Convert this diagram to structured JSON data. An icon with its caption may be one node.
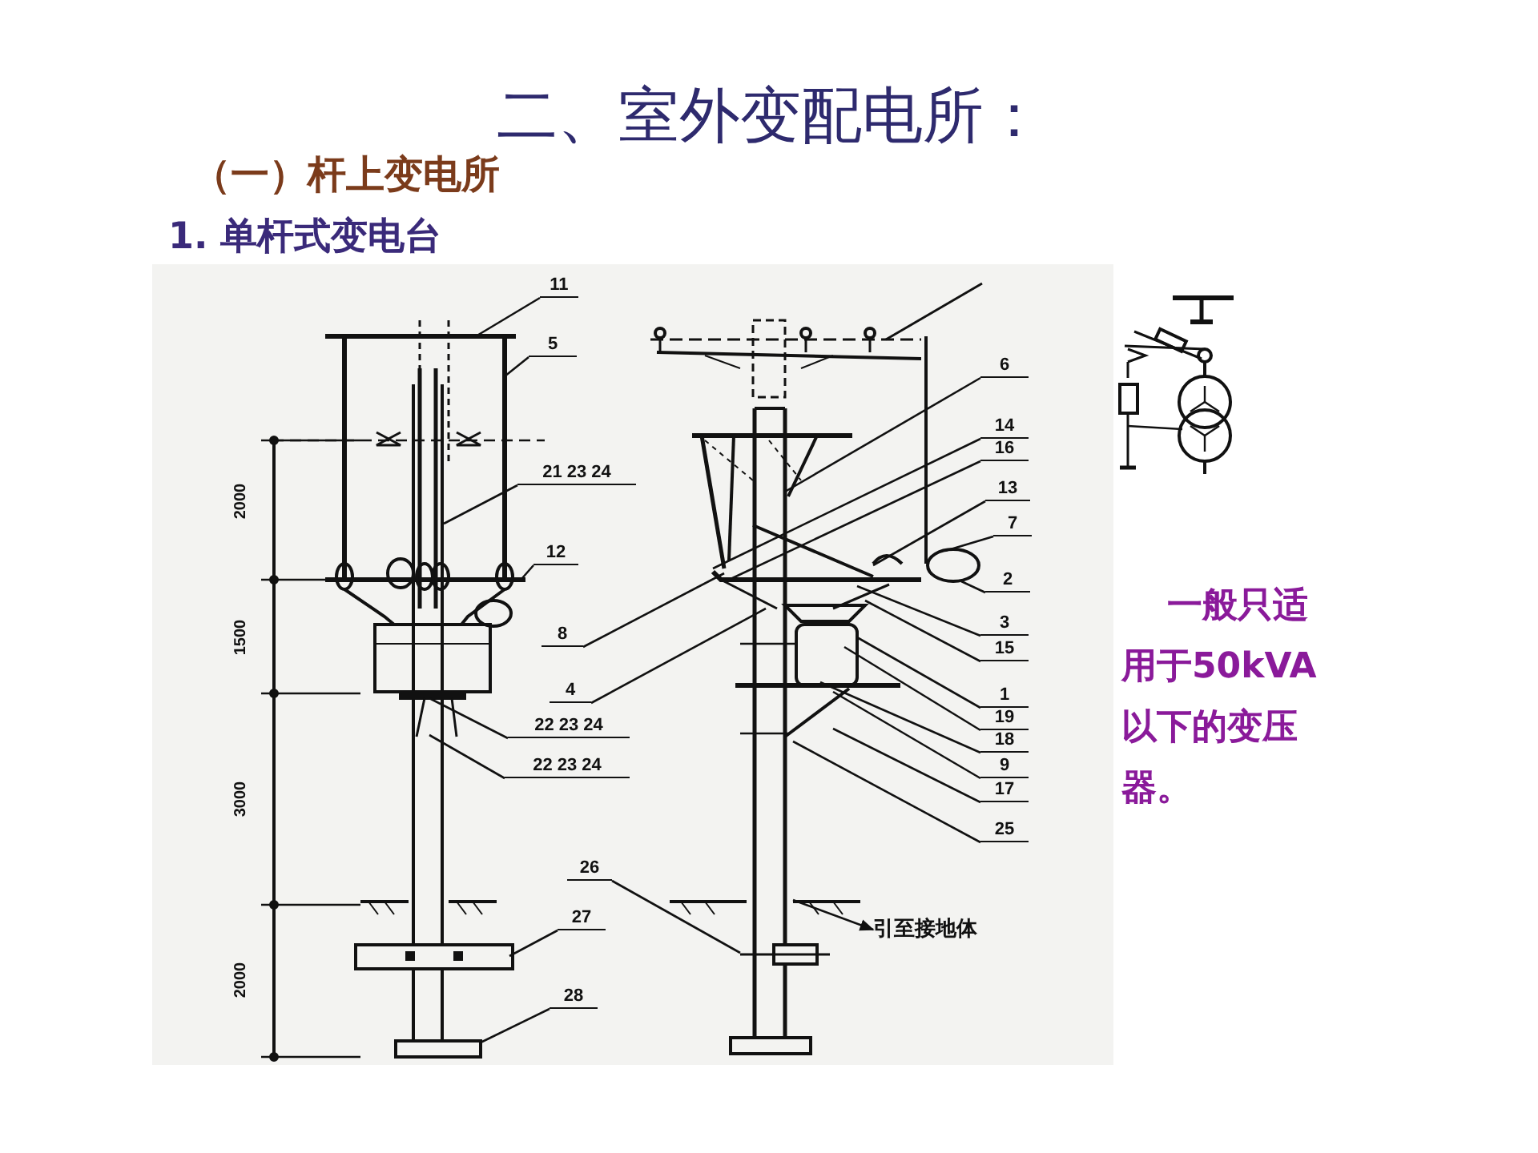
{
  "diagram": {
    "title": "二、室外变配电所：",
    "nodes": [
      {
        "text": [
          "11"
        ]
      },
      {
        "text": [
          "5"
        ]
      },
      {
        "text": [
          "21 23 24"
        ]
      },
      {
        "text": [
          "12"
        ]
      },
      {
        "text": [
          "8"
        ]
      },
      {
        "text": [
          "4"
        ]
      },
      {
        "text": [
          "22 23 24"
        ]
      },
      {
        "text": [
          "22 23 24"
        ]
      },
      {
        "text": [
          "26"
        ]
      },
      {
        "text": [
          "27"
        ]
      },
      {
        "text": [
          "28"
        ]
      },
      {
        "text": [
          "6"
        ]
      },
      {
        "text": [
          "14"
        ]
      },
      {
        "text": [
          "16"
        ]
      },
      {
        "text": [
          "13"
        ]
      },
      {
        "text": [
          "7"
        ]
      },
      {
        "text": [
          "2"
        ]
      },
      {
        "text": [
          "3"
        ]
      },
      {
        "text": [
          "15"
        ]
      },
      {
        "text": [
          "1"
        ]
      },
      {
        "text": [
          "19"
        ]
      },
      {
        "text": [
          "18"
        ]
      },
      {
        "text": [
          "9"
        ]
      },
      {
        "text": [
          "17"
        ]
      },
      {
        "text": [
          "25"
        ]
      },
      {
        "text": [
          "引至接地体"
        ]
      }
    ],
    "edges": [
      {
        "from": 0,
        "to": null,
        "arrow": "none"
      },
      {
        "from": 1,
        "to": null,
        "arrow": "none"
      },
      {
        "from": 2,
        "to": null,
        "arrow": "none"
      },
      {
        "from": 3,
        "to": null,
        "arrow": "none"
      },
      {
        "from": 4,
        "to": null,
        "arrow": "none"
      },
      {
        "from": 5,
        "to": null,
        "arrow": "none"
      },
      {
        "from": 6,
        "to": null,
        "arrow": "none"
      },
      {
        "from": 7,
        "to": null,
        "arrow": "none"
      },
      {
        "from": 8,
        "to": null,
        "arrow": "none"
      },
      {
        "from": 9,
        "to": null,
        "arrow": "none"
      },
      {
        "from": 10,
        "to": null,
        "arrow": "none"
      },
      {
        "from": 11,
        "to": null,
        "arrow": "none"
      },
      {
        "from": 12,
        "to": null,
        "arrow": "none"
      },
      {
        "from": 13,
        "to": null,
        "arrow": "none"
      },
      {
        "from": 14,
        "to": null,
        "arrow": "none"
      },
      {
        "from": 15,
        "to": null,
        "arrow": "none"
      },
      {
        "from": 16,
        "to": null,
        "arrow": "none"
      },
      {
        "from": 17,
        "to": null,
        "arrow": "none"
      },
      {
        "from": 18,
        "to": null,
        "arrow": "none"
      },
      {
        "from": 19,
        "to": null,
        "arrow": "none"
      },
      {
        "from": 20,
        "to": null,
        "arrow": "none"
      },
      {
        "from": 21,
        "to": null,
        "arrow": "none"
      },
      {
        "from": 22,
        "to": null,
        "arrow": "none"
      },
      {
        "from": 23,
        "to": null,
        "arrow": "none"
      },
      {
        "from": 24,
        "to": null,
        "arrow": "none"
      },
      {
        "from": null,
        "to": 25,
        "arrow": "to"
      }
    ],
    "labels": [
      "（一）杆上变电所",
      "1. 单杆式变电台",
      "2000",
      "1500",
      "3000",
      "2000",
      "一般只适用于50kVA以下的变压器。"
    ]
  }
}
